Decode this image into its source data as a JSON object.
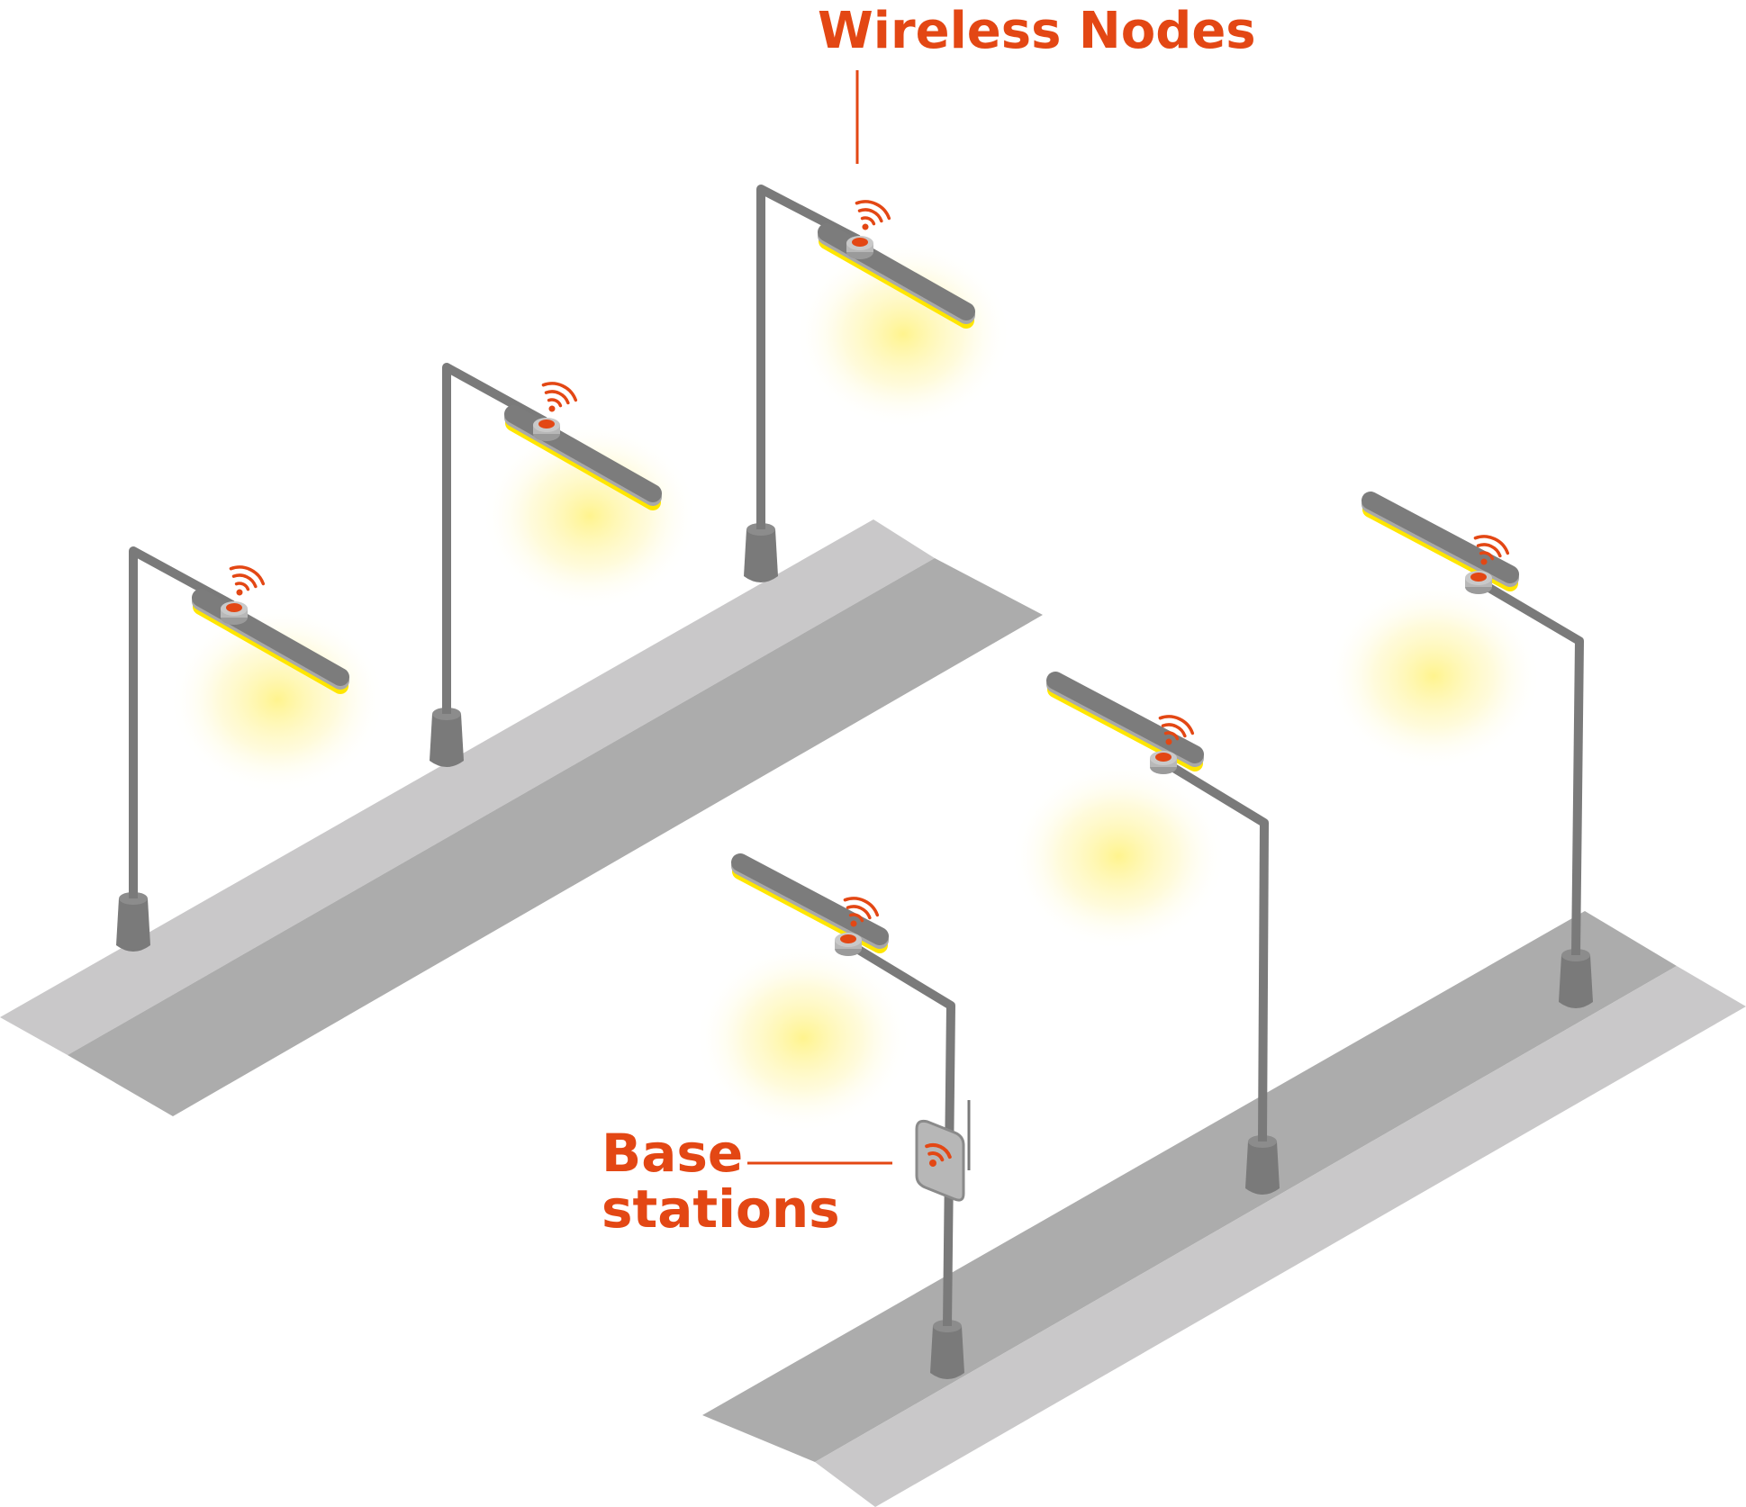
{
  "labels": {
    "wireless_nodes": "Wireless Nodes",
    "base_line1": "Base",
    "base_line2": "stations"
  },
  "colors": {
    "accent": "#e34714",
    "pole": "#7a7a7a",
    "sidewalk": "#c9c8c9",
    "road": "#acacac",
    "light_glow": "#fff27a",
    "light_bar": "#ffe600",
    "node_base": "#b8b8b8"
  },
  "icons": [
    "wifi-signal-icon",
    "street-lamp-icon",
    "base-station-icon"
  ]
}
